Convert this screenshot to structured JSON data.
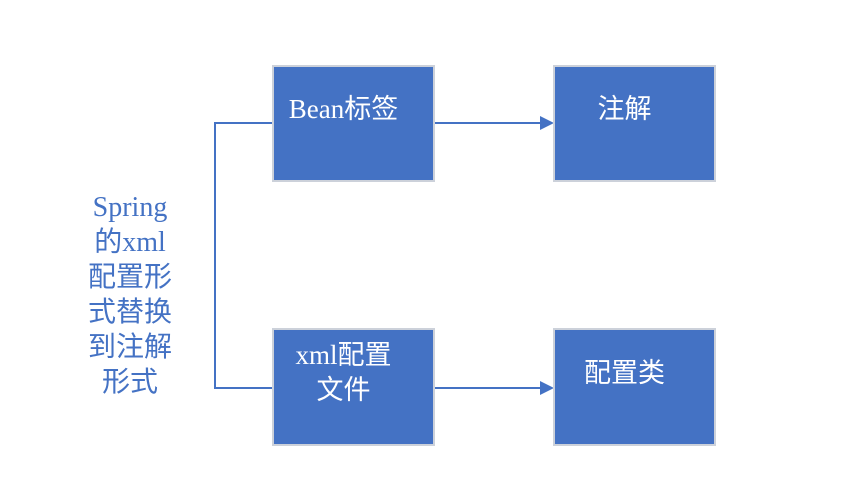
{
  "colors": {
    "background": "#ffffff",
    "box-fill": "#4472c4",
    "box-border": "#ccd1da",
    "box-text": "#ffffff",
    "connector": "#4472c4",
    "label-text": "#4472c4"
  },
  "label": {
    "text": "Spring\n的xml\n配置形\n式替换\n到注解\n形式"
  },
  "nodes": {
    "bean_tag": {
      "label": "Bean标签"
    },
    "annotation": {
      "label": "注解"
    },
    "xml_config_file": {
      "label": "xml配置\n文件"
    },
    "config_class": {
      "label": "配置类"
    }
  }
}
